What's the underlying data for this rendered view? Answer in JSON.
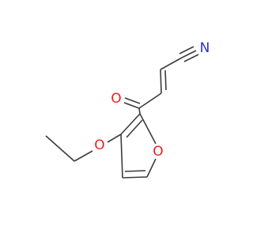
{
  "molecule": {
    "atoms": {
      "oxygen_carbonyl": "O",
      "oxygen_ethoxy": "O",
      "oxygen_ring": "O",
      "nitrile_n": "N"
    },
    "colors": {
      "bond": "#3c3c3c",
      "oxygen": "#e8201e",
      "nitrogen": "#2d2dd8"
    }
  }
}
